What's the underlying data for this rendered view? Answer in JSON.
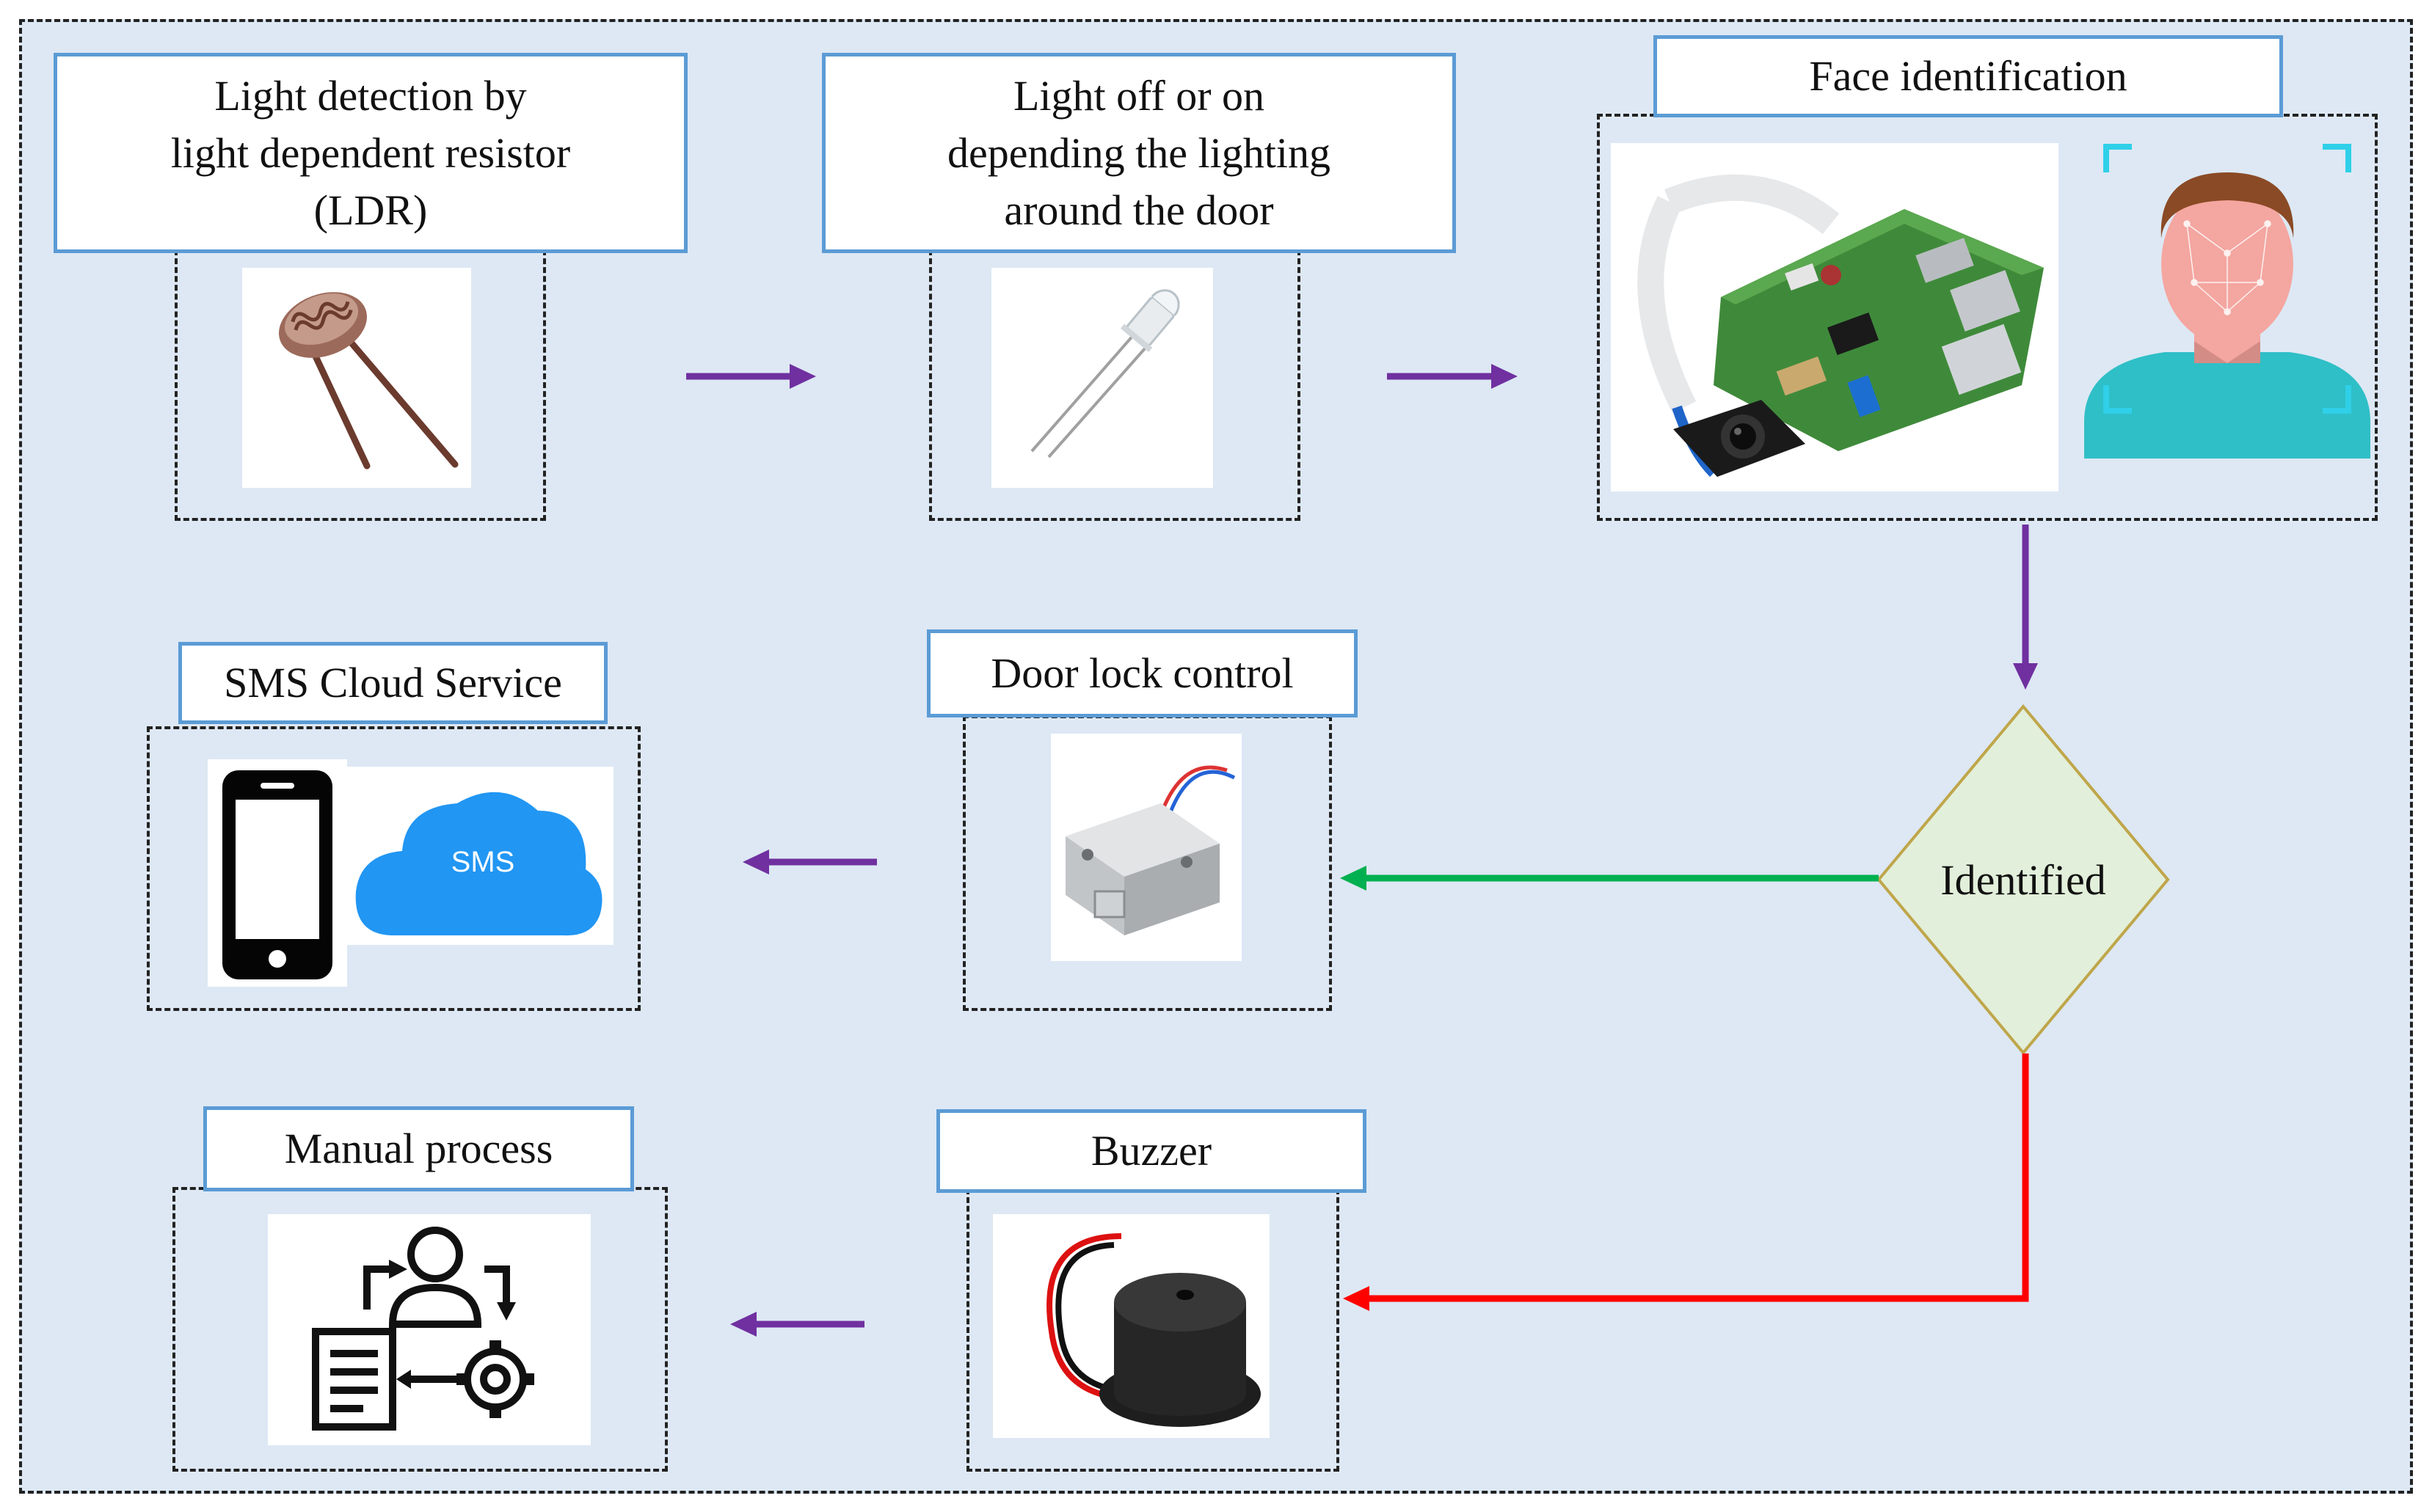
{
  "labels": {
    "ldr": "Light  detection by\nlight  dependent resistor\n(LDR)",
    "light": "Light  off or on\ndepending the lighting\naround the  door",
    "face": "Face identification",
    "sms": "SMS Cloud Service",
    "door": "Door lock control",
    "manual": "Manual  process",
    "buzzer": "Buzzer",
    "decision": "Identified",
    "sms_cloud_text": "SMS"
  },
  "icons": {
    "ldr": "ldr-photoresistor-icon",
    "led": "led-bulb-icon",
    "raspberry": "raspberry-pi-board-icon",
    "camera": "camera-module-icon",
    "face": "face-scan-icon",
    "phone": "smartphone-icon",
    "cloud": "cloud-icon",
    "solenoid": "solenoid-lock-icon",
    "buzzer": "buzzer-icon",
    "manual": "manual-process-icon"
  },
  "colors": {
    "background": "#dde8f4",
    "label_border": "#5b9bd5",
    "arrow_flow": "#7030a0",
    "arrow_yes": "#00b050",
    "arrow_no": "#ff0000",
    "decision_fill": "#e2efda",
    "decision_border": "#bfa64a",
    "cloud": "#2196f3",
    "face_fill": "#f4a6a0",
    "shoulders": "#2fbfc7"
  }
}
